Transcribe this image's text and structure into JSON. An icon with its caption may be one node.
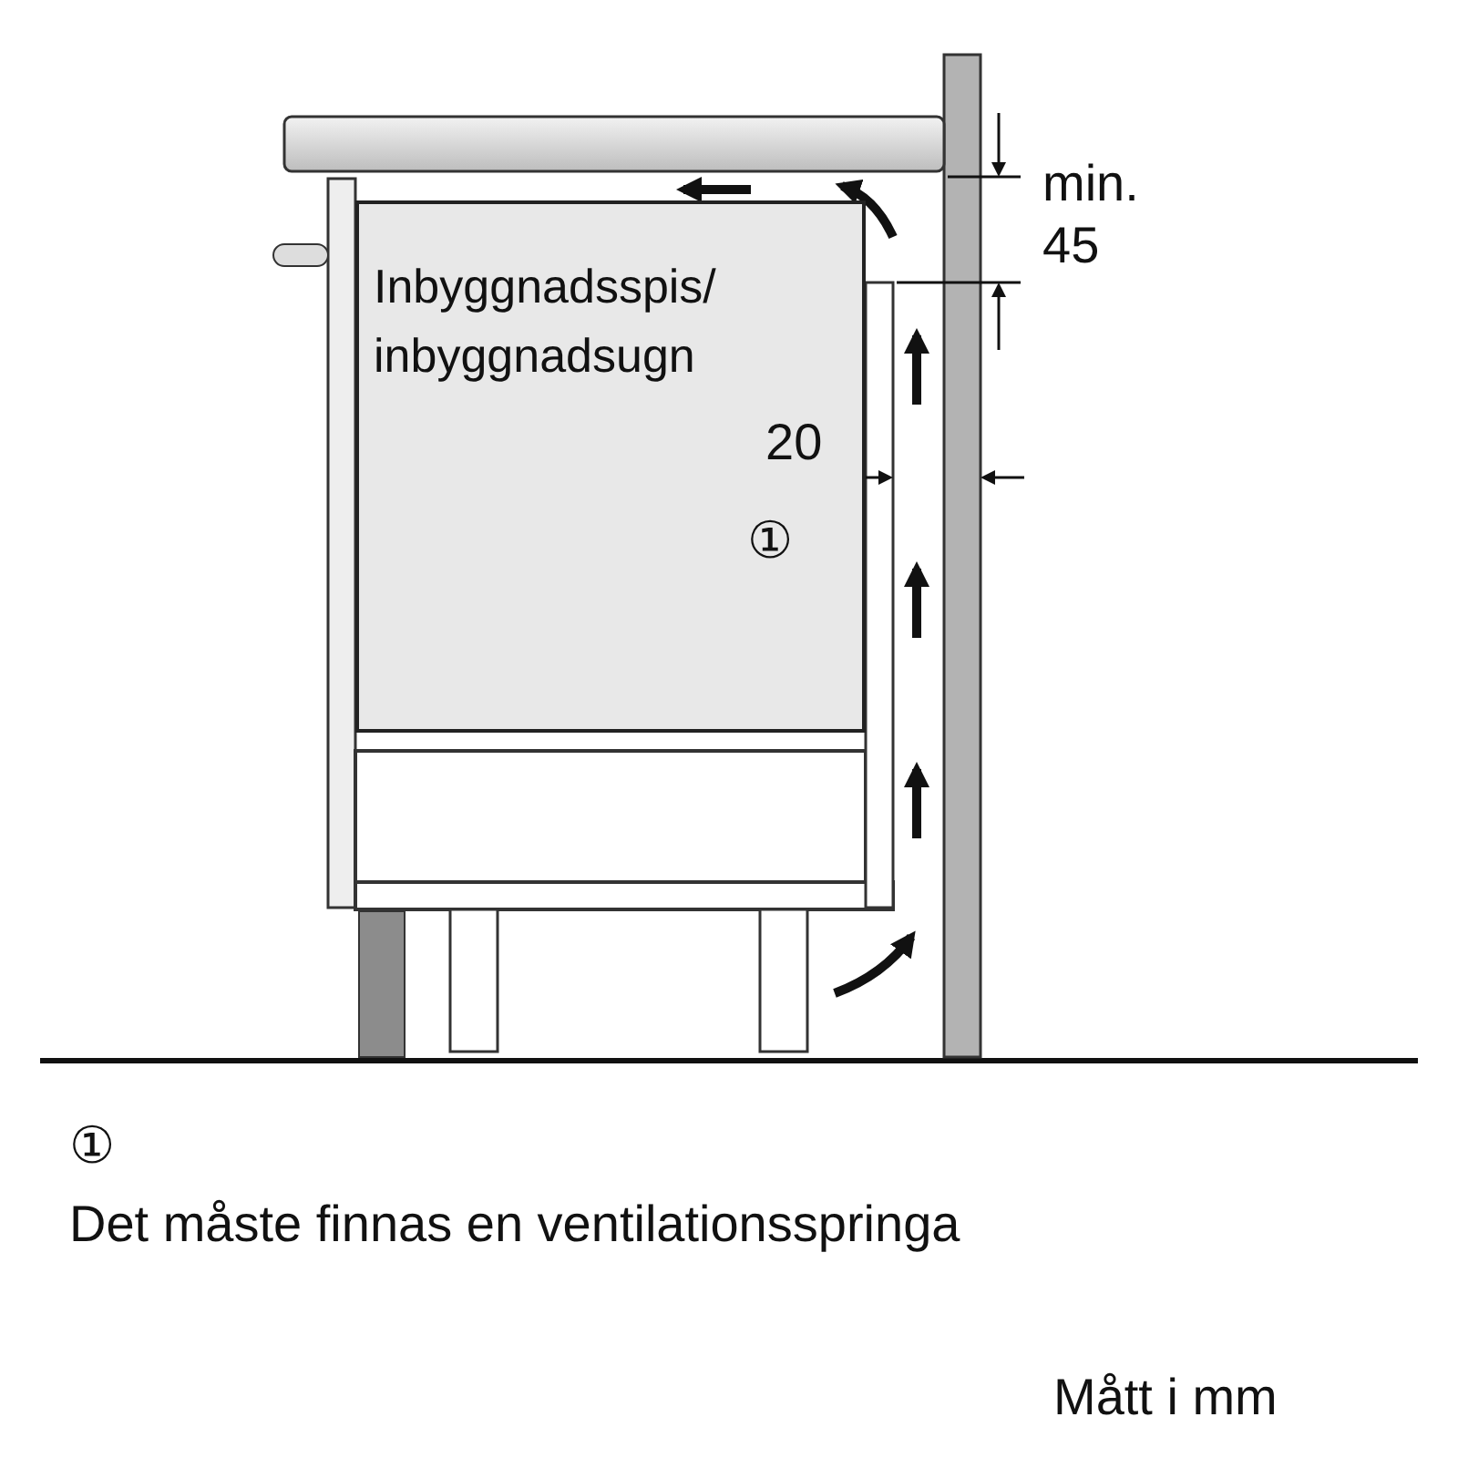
{
  "diagram": {
    "nodes": [
      {
        "text": [
          "Inbyggnadsspis/ inbyggnadsugn"
        ]
      }
    ],
    "labels": [
      "min. 45",
      "20",
      "①",
      "①",
      "Det måste finnas en ventilationsspringa",
      "Mått i mm"
    ]
  }
}
